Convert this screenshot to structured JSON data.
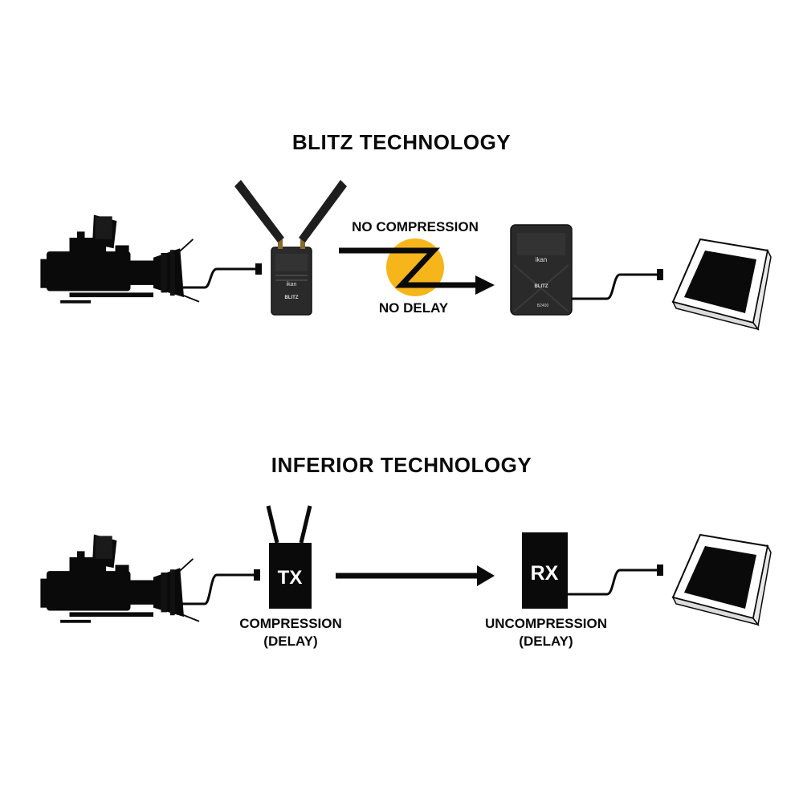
{
  "blitz": {
    "heading": "BLITZ TECHNOLOGY",
    "no_compression": "NO COMPRESSION",
    "no_delay": "NO DELAY",
    "z_glyph": "Z",
    "tx_brand": "ikan",
    "tx_model": "BLITZ",
    "rx_brand": "ikan",
    "rx_model": "BLITZ",
    "rx_sub": "B2400"
  },
  "inferior": {
    "heading": "INFERIOR TECHNOLOGY",
    "tx_label": "TX",
    "rx_label": "RX",
    "compression_line1": "COMPRESSION",
    "compression_line2": "(DELAY)",
    "uncompression_line1": "UNCOMPRESSION",
    "uncompression_line2": "(DELAY)"
  },
  "colors": {
    "accent_yellow": "#f5b51b",
    "ink": "#0a0a0a",
    "device_body": "#2a2a2a"
  },
  "icons": [
    "camera-silhouette-icon",
    "monitor-icon",
    "antenna-icon",
    "cable-icon",
    "arrow-right-icon"
  ]
}
